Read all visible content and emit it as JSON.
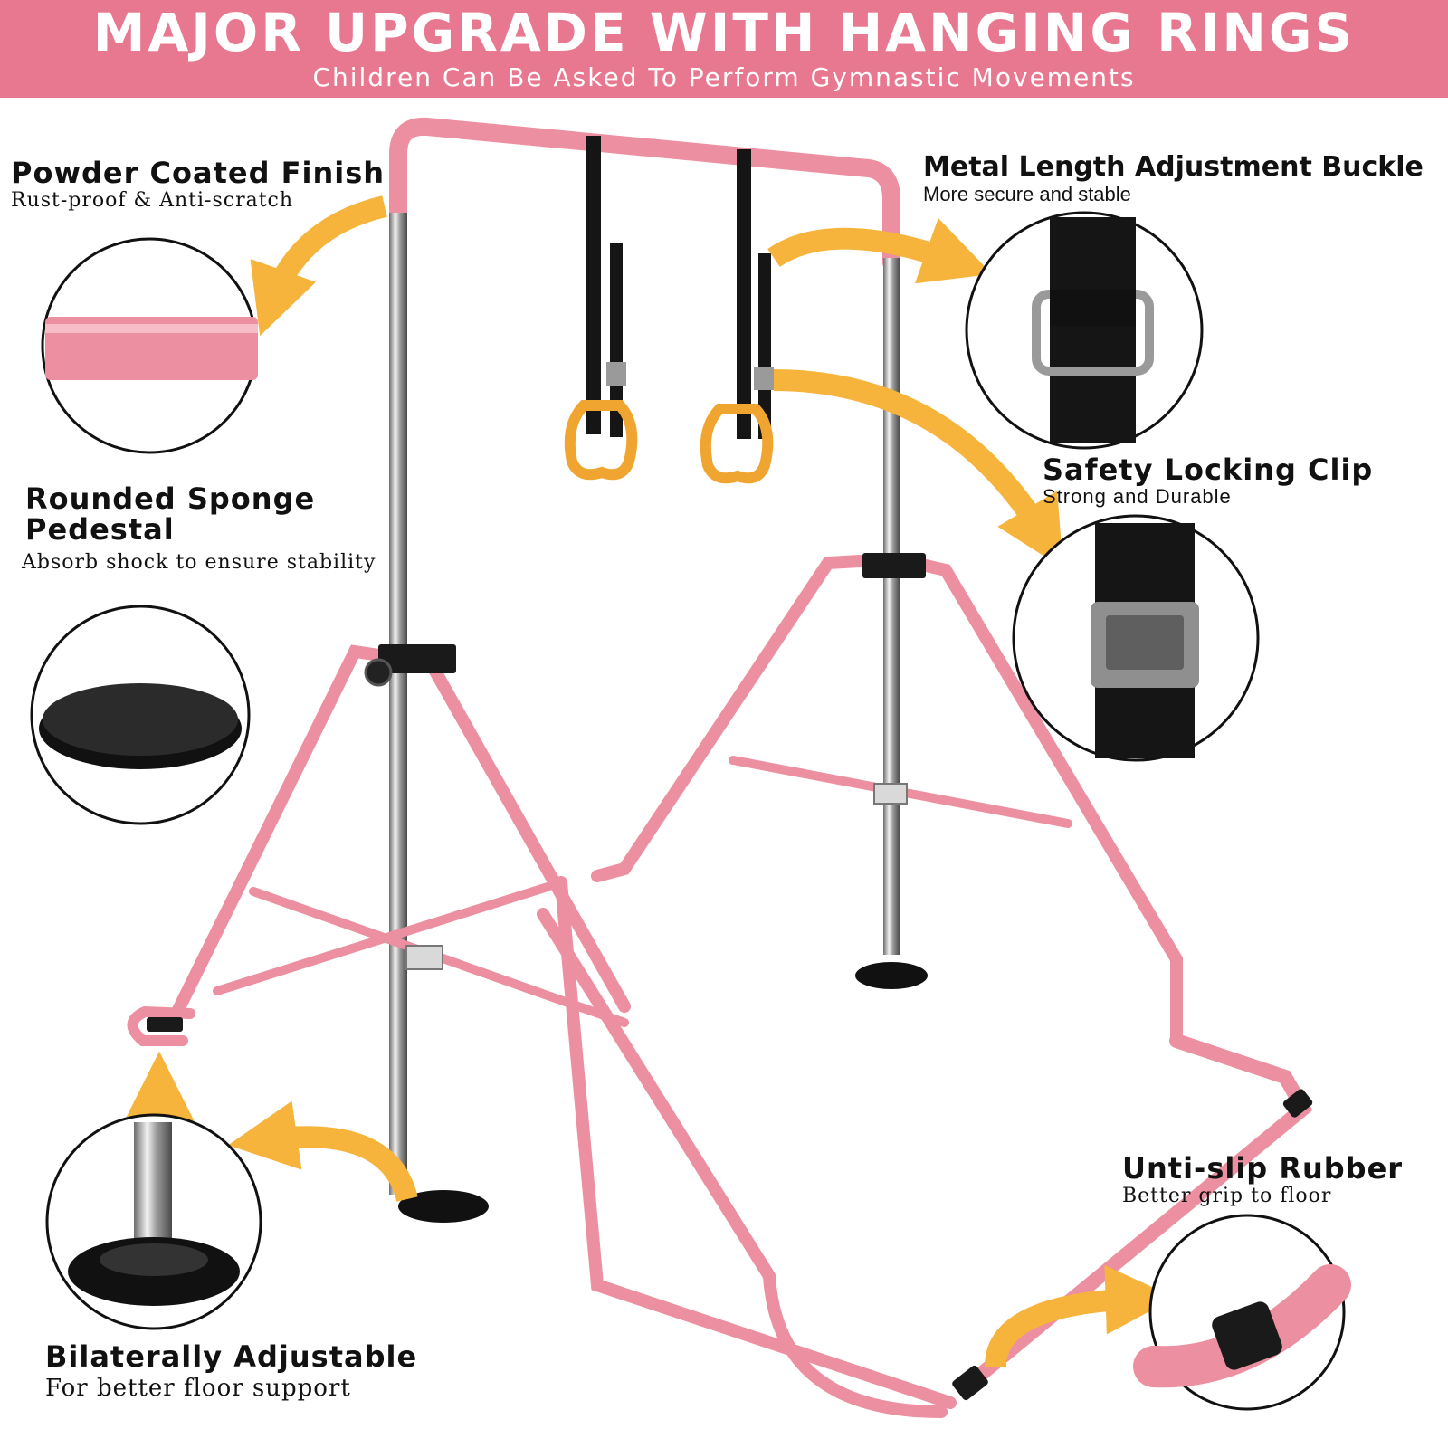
{
  "banner": {
    "title": "MAJOR UPGRADE WITH HANGING RINGS",
    "subtitle": "Children Can Be Asked To Perform Gymnastic Movements"
  },
  "colors": {
    "banner": "#e8788f",
    "frame_pink": "#ec8fa0",
    "arrow_orange": "#f7b43c",
    "ring_orange": "#f0a530"
  },
  "features": {
    "powder_coated": {
      "title": "Powder Coated Finish",
      "subtitle": "Rust-proof & Anti-scratch"
    },
    "metal_buckle": {
      "title": "Metal Length Adjustment Buckle",
      "subtitle": "More secure and stable"
    },
    "sponge_pedestal": {
      "title": "Rounded Sponge Pedestal",
      "subtitle": "Absorb shock to ensure stability"
    },
    "safety_clip": {
      "title": "Safety Locking Clip",
      "subtitle": "Strong and Durable"
    },
    "anti_slip": {
      "title": "Unti-slip Rubber",
      "subtitle": "Better grip to floor"
    },
    "bilateral": {
      "title": "Bilaterally Adjustable",
      "subtitle": "For better floor support"
    }
  }
}
